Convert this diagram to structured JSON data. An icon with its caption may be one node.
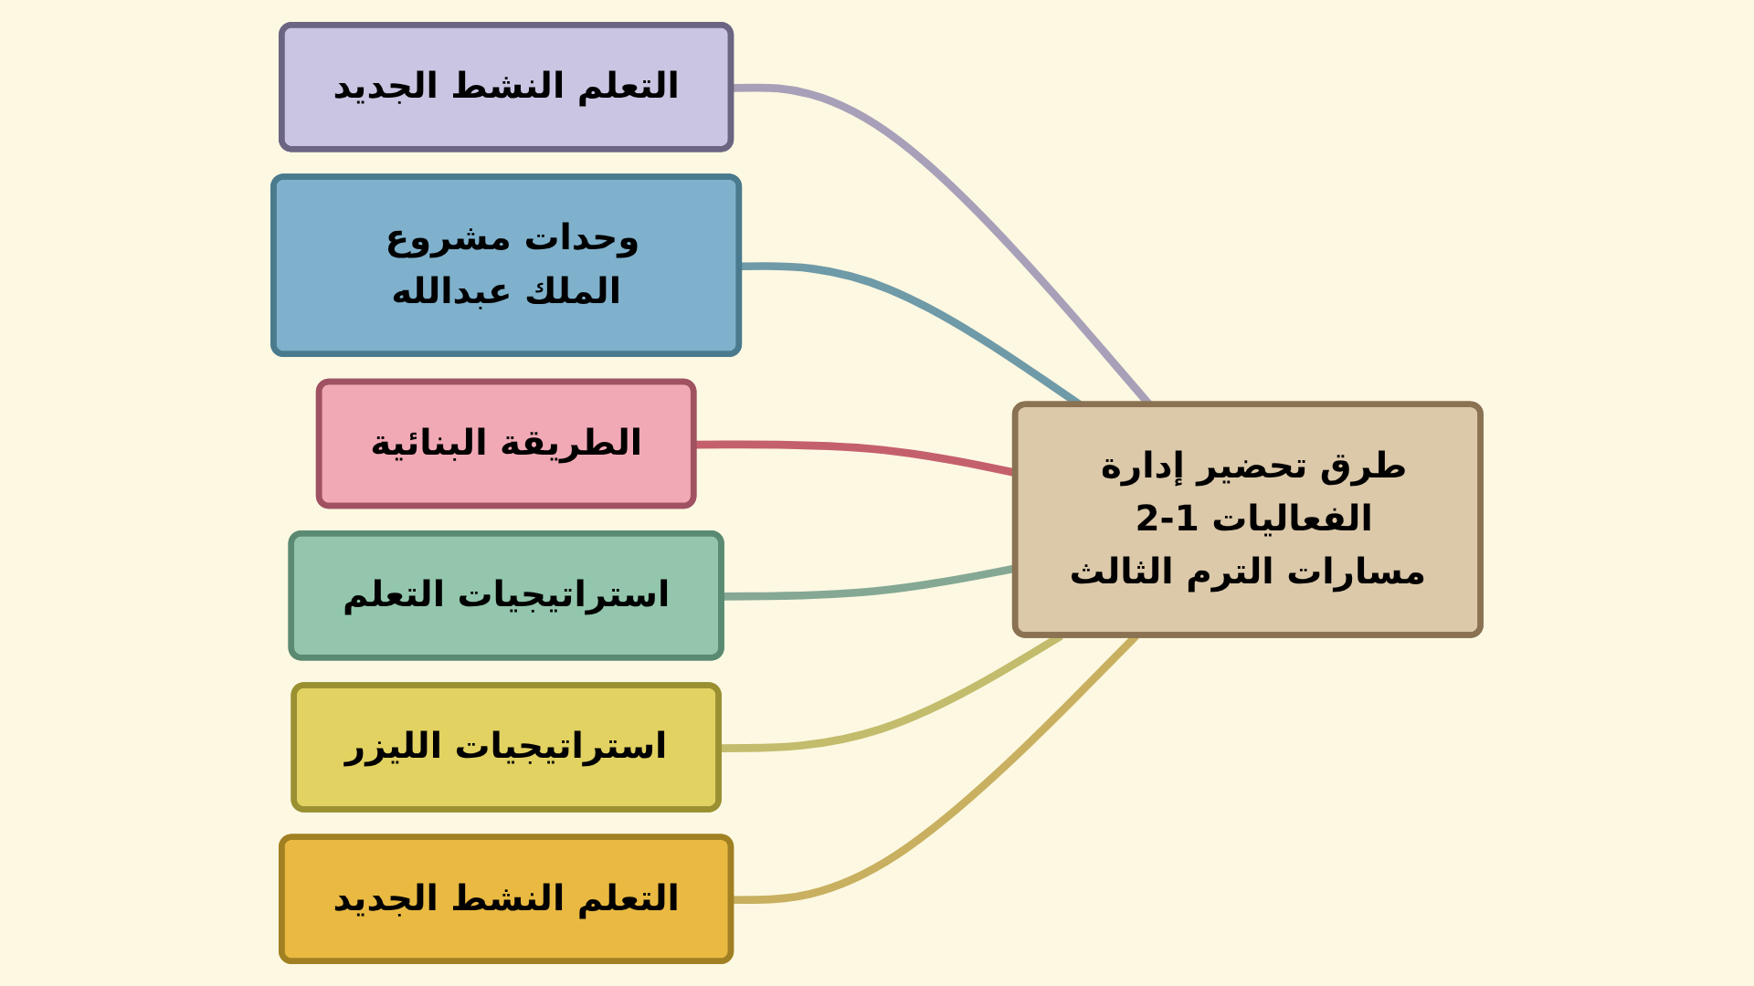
{
  "diagram": {
    "nodes": [
      {
        "text": [
          "طرق تحضير إدارة الفعاليات 1-2 مسارات الترم الثالث"
        ]
      },
      {
        "text": [
          "التعلم النشط الجديد"
        ]
      },
      {
        "text": [
          "وحدات مشروع الملك عبدالله"
        ]
      },
      {
        "text": [
          "الطريقة البنائية"
        ]
      },
      {
        "text": [
          "استراتيجيات التعلم"
        ]
      },
      {
        "text": [
          "استراتيجيات الليزر"
        ]
      },
      {
        "text": [
          "التعلم النشط الجديد"
        ]
      }
    ],
    "edges": [
      {
        "from": 0,
        "to": 1,
        "arrow": "none",
        "color": "#a8a0b8"
      },
      {
        "from": 0,
        "to": 2,
        "arrow": "none",
        "color": "#6f9aa8"
      },
      {
        "from": 0,
        "to": 3,
        "arrow": "none",
        "color": "#c4606c"
      },
      {
        "from": 0,
        "to": 4,
        "arrow": "none",
        "color": "#84a894"
      },
      {
        "from": 0,
        "to": 5,
        "arrow": "none",
        "color": "#c2bc6c"
      },
      {
        "from": 0,
        "to": 6,
        "arrow": "none",
        "color": "#c8b060"
      }
    ]
  }
}
